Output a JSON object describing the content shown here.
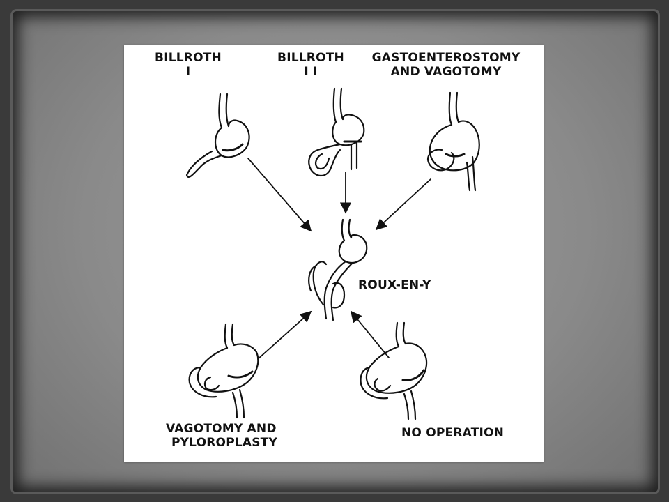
{
  "labels": {
    "billroth1_line1": "BILLROTH",
    "billroth1_line2": "I",
    "billroth2_line1": "BILLROTH",
    "billroth2_line2": "I I",
    "gastro_line1": "GASTOENTEROSTOMY",
    "gastro_line2": "AND VAGOTOMY",
    "roux": "ROUX-EN-Y",
    "vago_line1": "VAGOTOMY AND",
    "vago_line2": "PYLOROPLASTY",
    "noop": "NO OPERATION"
  },
  "colors": {
    "background": "#3a3a3a",
    "frame": "#8a8a8a",
    "panel": "#ffffff",
    "ink": "#111111"
  }
}
